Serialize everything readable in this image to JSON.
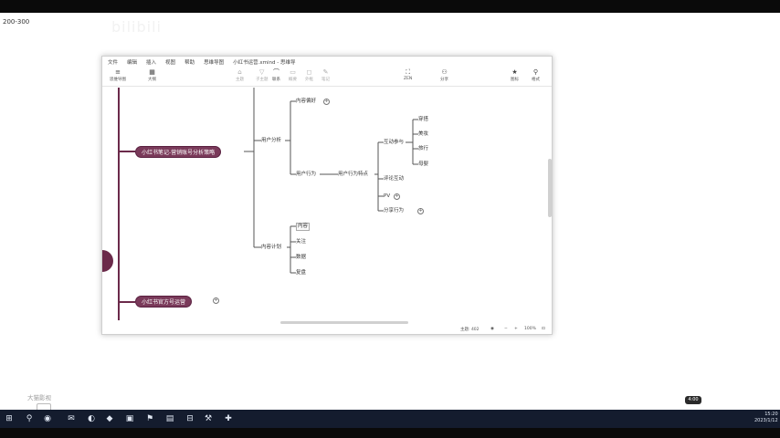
{
  "caption": "200-300",
  "watermark_top": "bilibili",
  "menu": [
    "文件",
    "编辑",
    "插入",
    "视图",
    "帮助",
    "思维导图",
    "小红书运营.xmind - 思维导"
  ],
  "toolbar": {
    "left": [
      {
        "icon": "≡",
        "label": "思维导图"
      },
      {
        "icon": "▦",
        "label": "大纲"
      }
    ],
    "mid": [
      {
        "icon": "⌂",
        "label": "主题"
      },
      {
        "icon": "▽",
        "label": "子主题"
      },
      {
        "icon": "⌒",
        "label": "联系"
      },
      {
        "icon": "▭",
        "label": "概要"
      },
      {
        "icon": "◻",
        "label": "外框"
      },
      {
        "icon": "✎",
        "label": "笔记"
      }
    ],
    "right": [
      {
        "icon": "⛶",
        "label": "ZEN"
      },
      {
        "icon": "⚇",
        "label": "分享"
      }
    ],
    "far_right": [
      {
        "icon": "★",
        "label": "图标"
      },
      {
        "icon": "⚲",
        "label": "格式"
      }
    ]
  },
  "mindmap": {
    "branch1": "小红书笔记-营销账号分析策略",
    "branch2": "小红书官方号运营",
    "user_analysis": "用户分析",
    "content_pref": "内容偏好",
    "user_behavior": "用户行为",
    "user_behavior2": "用户行为特点",
    "interaction": "互动参与",
    "categories": [
      "穿搭",
      "美妆",
      "旅行",
      "母婴"
    ],
    "comment": "评论互动",
    "pv": "PV",
    "share": "分享行为",
    "content_plan": "内容计划",
    "sub_items": [
      "内容",
      "关注",
      "数据",
      "复盘"
    ]
  },
  "status": {
    "topics": "主题: 402",
    "zoom": "100%"
  },
  "logo_watermark": "大猫影视",
  "badge": "4:00",
  "taskbar_icons": [
    "⊞",
    "⚲",
    "◉",
    "✉",
    "◐",
    "◆",
    "▣",
    "⚑",
    "▤",
    "⊟",
    "⚒",
    "✚"
  ],
  "clock": {
    "time": "15:20",
    "date": "2023/1/12"
  }
}
